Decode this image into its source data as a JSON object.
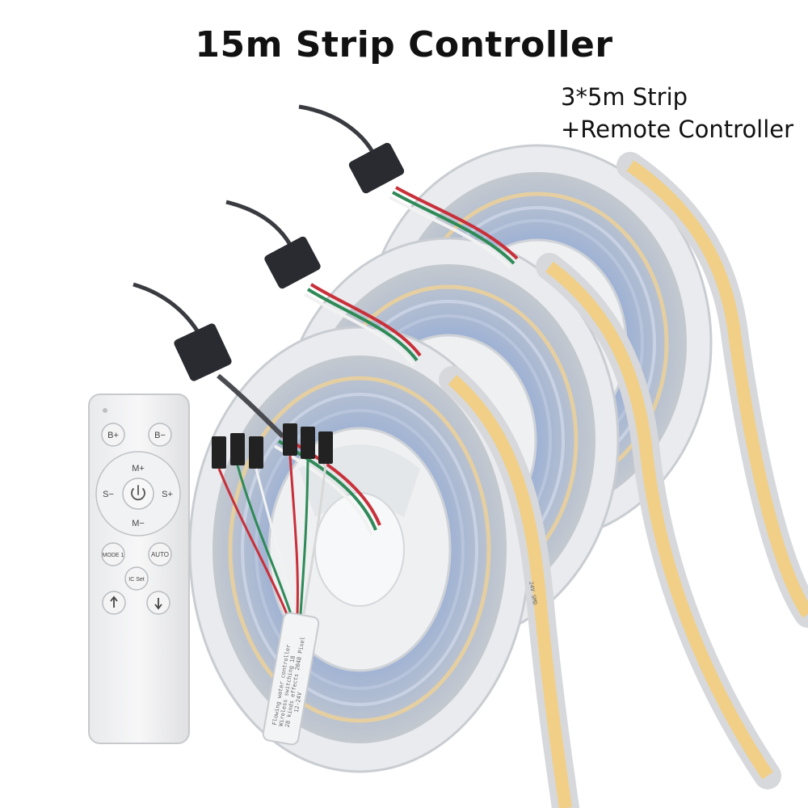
{
  "title": "15m Strip Controller",
  "subtitle": {
    "line1": "3*5m Strip",
    "line2": "+Remote Controller"
  },
  "remote": {
    "buttons": {
      "b_plus": "B+",
      "b_minus": "B−",
      "m_plus": "M+",
      "m_minus": "M−",
      "s_minus": "S−",
      "s_plus": "S+",
      "mode1": "MODE 1",
      "auto": "AUTO",
      "ic_set": "IC Set"
    }
  },
  "controller_box": {
    "label_line1": "Flowing water controller",
    "label_line2": "Wireless switching 18",
    "label_line3": "28 kinds effects 2048 Pixel",
    "voltage": "12-24V"
  },
  "strip_print": "24V SMD",
  "colors": {
    "strip_yellow": "#f1cf86",
    "silicone": "#d6d8db",
    "reel_white": "#eef0f2",
    "wire_red": "#c8303a",
    "wire_green": "#2f8a58",
    "cable_black": "#3a3b40"
  }
}
